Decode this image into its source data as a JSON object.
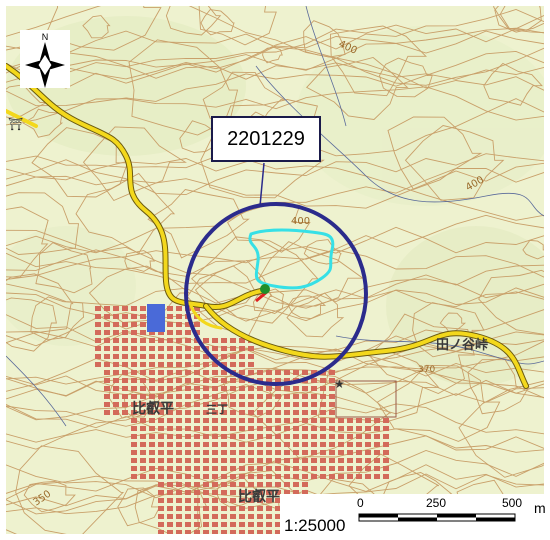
{
  "map": {
    "site_id": "2201229",
    "north_label": "N",
    "scale_ratio": "1:25000",
    "scale_ticks": [
      "0",
      "250",
      "500"
    ],
    "scale_unit": "m",
    "place_labels": {
      "hikudaira_1": "比叡平",
      "hikudaira_2": "比叡平",
      "tanotao": "田ノ谷峠",
      "chome": "三丁"
    },
    "contour_labels": {
      "c400_a": "400",
      "c400_b": "400",
      "c400_c": "400",
      "c350": "350",
      "c370": "370"
    },
    "colors": {
      "road": "#f3d81c",
      "circle": "#2b2b8c",
      "area_outline": "#36e0e6",
      "site_point": "#1f8f2a",
      "contour": "#c9a06a",
      "town_block": "#d36a5a"
    }
  }
}
